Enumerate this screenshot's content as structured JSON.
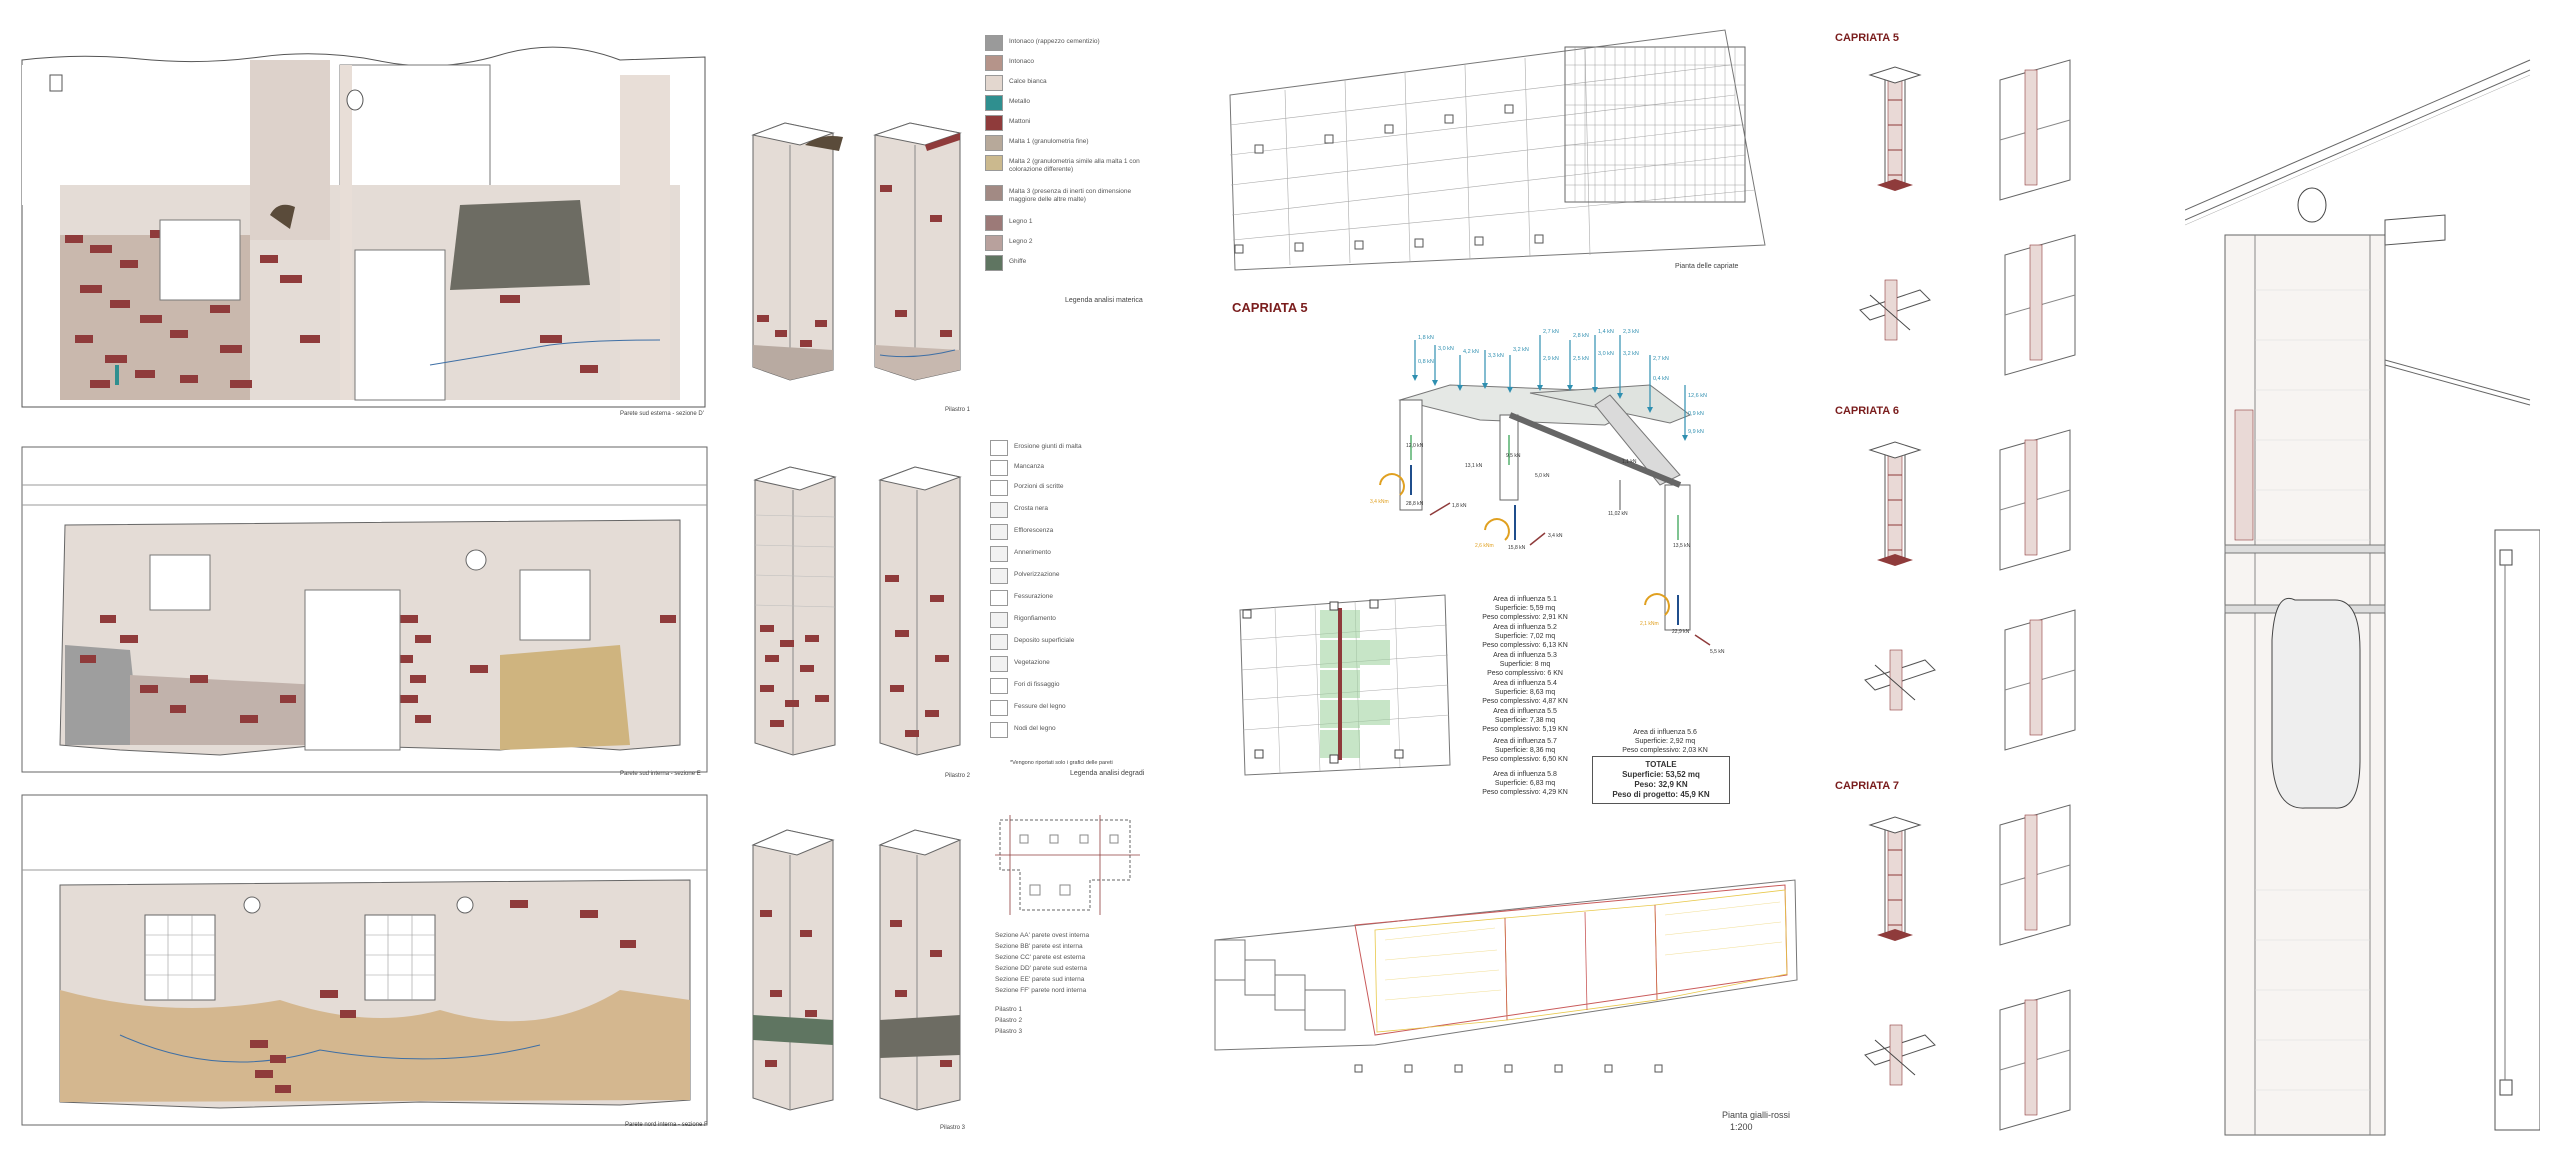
{
  "elevations": [
    {
      "caption": "Parete sud esterna - sezione D'"
    },
    {
      "caption": "Parete sud interna - sezione E"
    },
    {
      "caption": "Parete nord interna - sezione F"
    }
  ],
  "pillars": [
    {
      "caption": "Pilastro 1"
    },
    {
      "caption": "Pilastro 2"
    },
    {
      "caption": "Pilastro 3"
    }
  ],
  "material_legend": {
    "title": "Legenda analisi materica",
    "items": [
      {
        "label": "Intonaco (rappezzo cementizio)",
        "color": "#9a9a9a"
      },
      {
        "label": "Intonaco",
        "color": "#b5948a"
      },
      {
        "label": "Calce bianca",
        "color": "#e3d7cf"
      },
      {
        "label": "Metallo",
        "color": "#2f8f8f"
      },
      {
        "label": "Mattoni",
        "color": "#8f3b3b"
      },
      {
        "label": "Malta 1 (granulometria fine)",
        "color": "#b7a99a"
      },
      {
        "label": "Malta 2 (granulometria simile alla malta 1 con colorazione differente)",
        "color": "#cbb98e"
      },
      {
        "label": "Malta 3 (presenza di inerti con dimensione maggiore delle altre malte)",
        "color": "#a28a84"
      },
      {
        "label": "Legno 1",
        "color": "#9c7a78"
      },
      {
        "label": "Legno 2",
        "color": "#b8a19d"
      },
      {
        "label": "Ghiffe",
        "color": "#5f7561"
      }
    ]
  },
  "degradation_legend": {
    "title": "Legenda analisi degradi",
    "items": [
      {
        "label": "Erosione giunti di malta"
      },
      {
        "label": "Mancanza"
      },
      {
        "label": "Porzioni di scritte"
      },
      {
        "label": "Crosta nera"
      },
      {
        "label": "Efflorescenza"
      },
      {
        "label": "Annerimento"
      },
      {
        "label": "Polverizzazione"
      },
      {
        "label": "Fessurazione"
      },
      {
        "label": "Rigonfiamento"
      },
      {
        "label": "Deposito superficiale"
      },
      {
        "label": "Vegetazione"
      },
      {
        "label": "Fori di fissaggio"
      },
      {
        "label": "Fessure del legno"
      },
      {
        "label": "Nodi del legno"
      }
    ],
    "footnote": "*Vengono riportati solo i grafici delle pareti"
  },
  "section_key": {
    "items": [
      "Sezione AA' parete ovest interna",
      "Sezione BB' parete est interna",
      "Sezione CC' parete est esterna",
      "Sezione DD' parete sud esterna",
      "Sezione EE' parete sud interna",
      "Sezione FF' parete nord interna",
      "Pilastro 1",
      "Pilastro 2",
      "Pilastro 3"
    ]
  },
  "roof_plan": {
    "caption": "Pianta delle capriate"
  },
  "capriata5": {
    "title": "CAPRIATA 5",
    "loads": [
      "1,8 kN",
      "3,0 kN",
      "4,2 kN",
      "3,3 kN",
      "3,2 kN",
      "2,7 kN",
      "2,8 kN",
      "1,4 kN",
      "2,3 kN",
      "0,8 kN",
      "2,9 kN",
      "2,5 kN",
      "3,0 kN",
      "3,2 kN",
      "2,7 kN",
      "0,4 kN",
      "12,6 kN",
      "0,9 kN",
      "9,9 kN"
    ],
    "reactions": [
      "28,8 kN",
      "12,0 kN",
      "1,8 kN",
      "9,5 kN",
      "3,4 kN",
      "15,8 kN",
      "5,0 kN",
      "13,1 kN",
      "11,02 kN",
      "22,9 kN",
      "13,5 kN",
      "1,1 kN",
      "5,5 kN"
    ],
    "moments": [
      "3,4 kNm",
      "2,6 kNm",
      "2,1 kNm"
    ],
    "areas": [
      {
        "title": "Area di influenza 5.1",
        "surface": "Superficie: 5,59 mq",
        "weight": "Peso complessivo: 2,91 KN"
      },
      {
        "title": "Area di influenza 5.2",
        "surface": "Superficie: 7,02 mq",
        "weight": "Peso complessivo: 6,13 KN"
      },
      {
        "title": "Area di influenza 5.3",
        "surface": "Superficie: 8 mq",
        "weight": "Peso complessivo: 6 KN"
      },
      {
        "title": "Area di influenza 5.4",
        "surface": "Superficie: 8,63 mq",
        "weight": "Peso complessivo: 4,87 KN"
      },
      {
        "title": "Area di influenza 5.5",
        "surface": "Superficie: 7,38 mq",
        "weight": "Peso complessivo: 5,19 KN"
      },
      {
        "title": "Area di influenza 5.7",
        "surface": "Superficie: 8,36 mq",
        "weight": "Peso complessivo: 6,50 KN"
      },
      {
        "title": "Area di influenza 5.8",
        "surface": "Superficie: 6,83 mq",
        "weight": "Peso complessivo: 4,29 KN"
      }
    ],
    "area6": {
      "title": "Area di influenza 5.6",
      "surface": "Superficie:   2,92 mq",
      "weight": "Peso complessivo:   2,03 KN"
    },
    "totals": {
      "title": "TOTALE",
      "surface": "Superficie: 53,52 mq",
      "weight": "Peso: 32,9 KN",
      "design": "Peso di progetto: 45,9 KN"
    }
  },
  "floor_plan": {
    "caption": "Pianta gialli-rossi",
    "scale": "1:200"
  },
  "details": [
    {
      "title": "CAPRIATA 5"
    },
    {
      "title": "CAPRIATA 6"
    },
    {
      "title": "CAPRIATA 7"
    }
  ]
}
